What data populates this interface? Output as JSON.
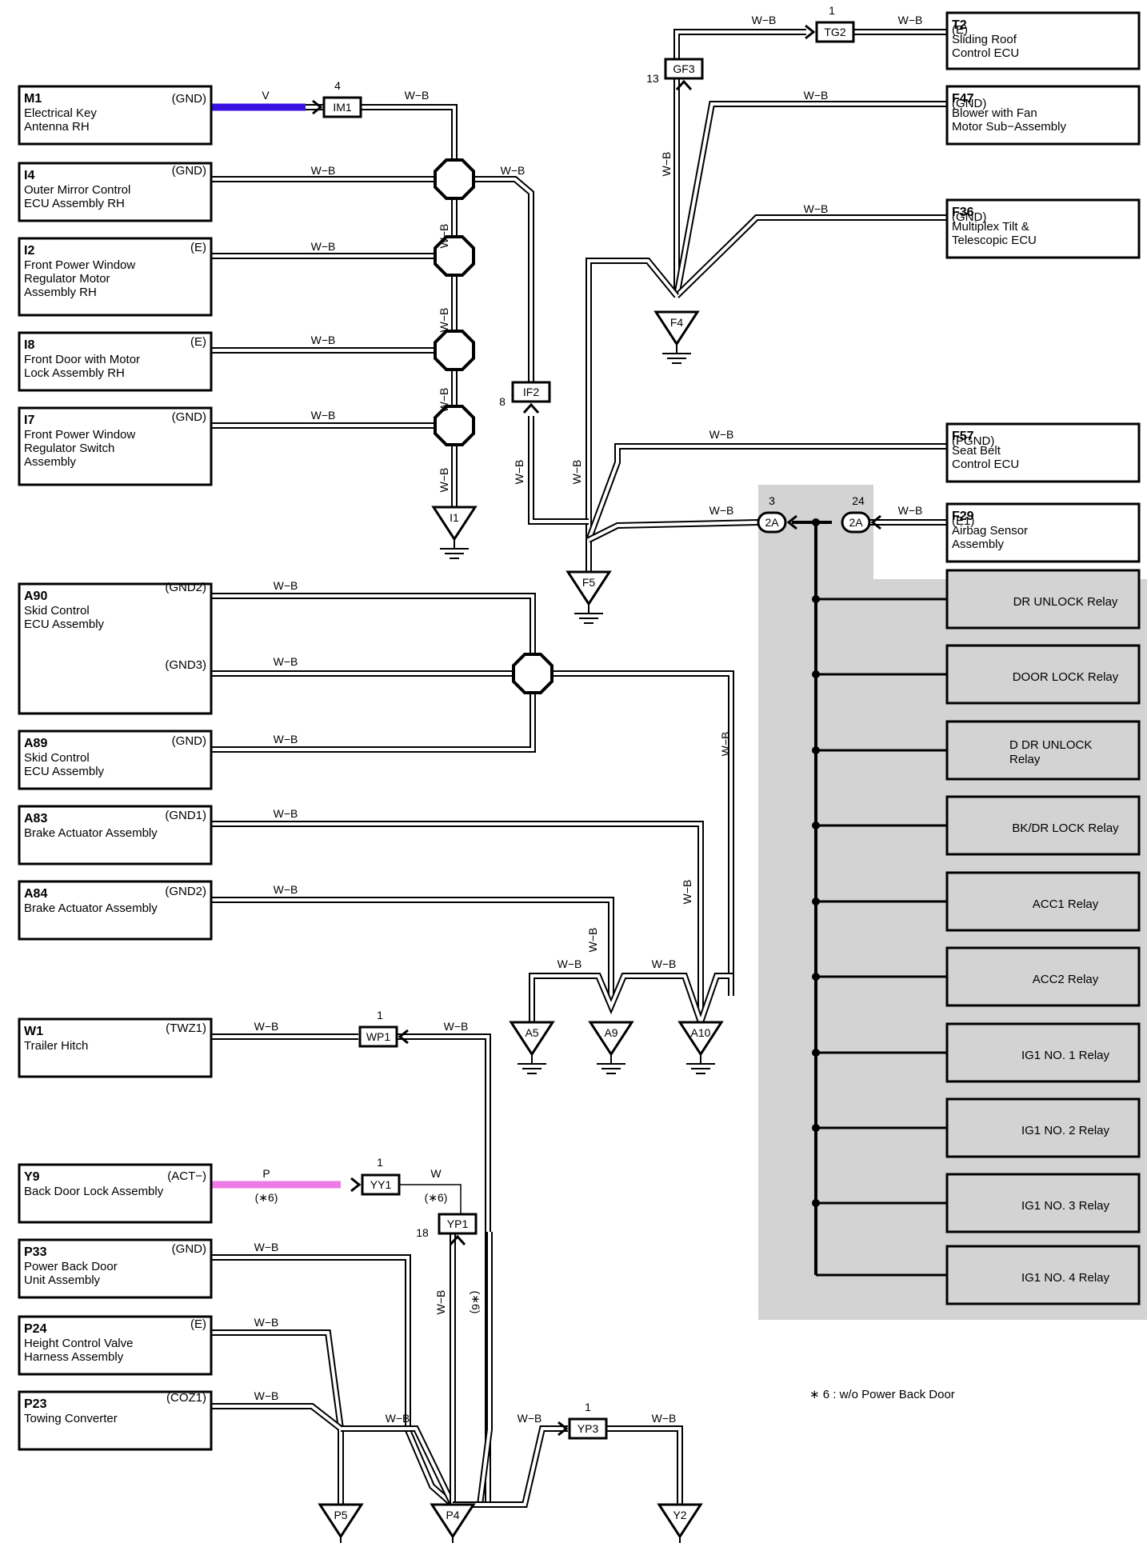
{
  "components": [
    {
      "id": "M1",
      "lines": [
        "Electrical Key",
        "Antenna RH"
      ],
      "pin": "(GND)"
    },
    {
      "id": "I4",
      "lines": [
        "Outer Mirror Control",
        "ECU Assembly RH"
      ],
      "pin": "(GND)"
    },
    {
      "id": "I2",
      "lines": [
        "Front Power Window",
        "Regulator Motor",
        "Assembly RH"
      ],
      "pin": "(E)"
    },
    {
      "id": "I8",
      "lines": [
        "Front Door with Motor",
        "Lock Assembly RH"
      ],
      "pin": "(E)"
    },
    {
      "id": "I7",
      "lines": [
        "Front Power Window",
        "Regulator Switch",
        "Assembly"
      ],
      "pin": "(GND)"
    },
    {
      "id": "A90",
      "lines": [
        "Skid Control",
        "ECU Assembly"
      ],
      "pin": "(GND2)",
      "pin2": "(GND3)"
    },
    {
      "id": "A89",
      "lines": [
        "Skid Control",
        "ECU Assembly"
      ],
      "pin": "(GND)"
    },
    {
      "id": "A83",
      "lines": [
        "Brake Actuator Assembly"
      ],
      "pin": "(GND1)"
    },
    {
      "id": "A84",
      "lines": [
        "Brake Actuator Assembly"
      ],
      "pin": "(GND2)"
    },
    {
      "id": "W1",
      "lines": [
        "Trailer Hitch"
      ],
      "pin": "(TWZ1)"
    },
    {
      "id": "Y9",
      "lines": [
        "Back Door Lock Assembly"
      ],
      "pin": "(ACT−)"
    },
    {
      "id": "P33",
      "lines": [
        "Power Back Door",
        "Unit Assembly"
      ],
      "pin": "(GND)"
    },
    {
      "id": "P24",
      "lines": [
        "Height Control Valve",
        "Harness Assembly"
      ],
      "pin": "(E)"
    },
    {
      "id": "P23",
      "lines": [
        "Towing Converter"
      ],
      "pin": "(COZ1)"
    },
    {
      "id": "T2",
      "lines": [
        "Sliding Roof",
        "Control ECU"
      ],
      "pin": "(E)"
    },
    {
      "id": "F47",
      "lines": [
        "Blower with Fan",
        "Motor Sub−Assembly"
      ],
      "pin": "(GND)"
    },
    {
      "id": "F36",
      "lines": [
        "Multiplex Tilt &",
        "Telescopic ECU"
      ],
      "pin": "(GND)"
    },
    {
      "id": "F57",
      "lines": [
        "Seat Belt",
        "Control ECU"
      ],
      "pin": "(PGND)"
    },
    {
      "id": "F29",
      "lines": [
        "Airbag Sensor",
        "Assembly"
      ],
      "pin": "(E1)"
    }
  ],
  "relays": [
    "DR UNLOCK Relay",
    "DOOR LOCK Relay",
    [
      "D DR UNLOCK",
      "Relay"
    ],
    "BK/DR LOCK Relay",
    "ACC1 Relay",
    "ACC2 Relay",
    "IG1 NO. 1 Relay",
    "IG1 NO. 2 Relay",
    "IG1 NO. 3 Relay",
    "IG1 NO. 4 Relay"
  ],
  "connectors": [
    {
      "id": "IM1",
      "pin": "4"
    },
    {
      "id": "TG2",
      "pin": "1"
    },
    {
      "id": "GF3",
      "pin": "13"
    },
    {
      "id": "IF2",
      "pin": "8"
    },
    {
      "id": "WP1",
      "pin": "1"
    },
    {
      "id": "YY1",
      "pin": "1"
    },
    {
      "id": "YP1",
      "pin": "18"
    },
    {
      "id": "YP3",
      "pin": "1"
    },
    {
      "id": "2A",
      "pin": "3"
    },
    {
      "id": "2A",
      "pin": "24"
    }
  ],
  "grounds": [
    "I1",
    "F4",
    "F5",
    "A5",
    "A9",
    "A10",
    "P5",
    "P4",
    "Y2"
  ],
  "wire_colors": {
    "wb": "W−B",
    "v": "V",
    "p": "P",
    "w": "W"
  },
  "note_mark": "(∗6)",
  "footnote": "∗ 6 : w/o Power Back Door",
  "colors": {
    "violet": "#3a10e0",
    "pink": "#ee7ae6",
    "shade": "#d3d3d3"
  }
}
